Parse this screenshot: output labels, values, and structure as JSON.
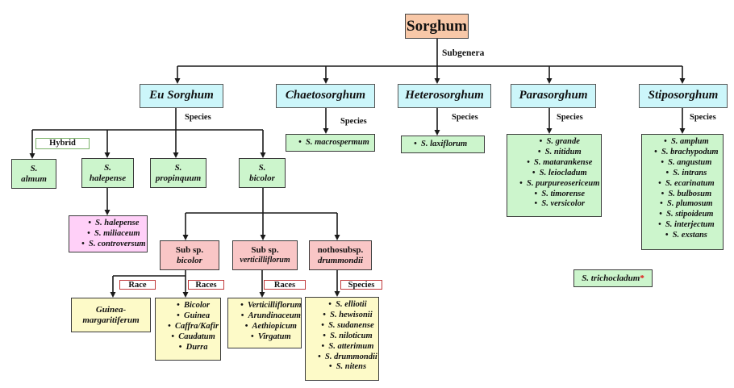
{
  "root": {
    "label": "Sorghum",
    "edge_label": "Subgenera"
  },
  "subgenera": [
    {
      "name": "Eu Sorghum",
      "edge_label": "Species"
    },
    {
      "name": "Chaetosorghum",
      "edge_label": "Species",
      "species": [
        "S. macrospermum"
      ]
    },
    {
      "name": "Heterosorghum",
      "edge_label": "Species",
      "species": [
        "S. laxiflorum"
      ]
    },
    {
      "name": "Parasorghum",
      "edge_label": "Species",
      "species": [
        "S. grande",
        "S. nitidum",
        "S. matarankense",
        "S. leiocladum",
        "S. purpureosericeum",
        "S. timorense",
        "S. versicolor"
      ]
    },
    {
      "name": "Stiposorghum",
      "edge_label": "Species",
      "species": [
        "S. amplum",
        "S. brachypodum",
        "S. angustum",
        "S. intrans",
        "S. ecarinatum",
        "S. bulbosum",
        "S. plumosum",
        "S. stipoideum",
        "S. interjectum",
        "S. exstans"
      ]
    }
  ],
  "eu_sorghum": {
    "hybrid_tag": "Hybrid",
    "species": [
      {
        "line1": "S.",
        "line2": "almum"
      },
      {
        "line1": "S.",
        "line2": "halepense"
      },
      {
        "line1": "S.",
        "line2": "propinquum"
      },
      {
        "line1": "S.",
        "line2": "bicolor"
      }
    ],
    "halepense_group": [
      "S. halepense",
      "S. miliaceum",
      "S. controversum"
    ]
  },
  "bicolor": {
    "subspecies": [
      {
        "line1": "Sub sp.",
        "line2": "bicolor"
      },
      {
        "line1": "Sub sp.",
        "line2": "verticilliflorum"
      },
      {
        "line1": "nothosubsp.",
        "line2": "drummondii"
      }
    ],
    "tags": {
      "race": "Race",
      "races_bicolor": "Races",
      "races_vert": "Races",
      "species": "Species"
    },
    "guinea_margaritiferum": {
      "line1": "Guinea-",
      "line2": "margaritiferum"
    },
    "bicolor_races": [
      "Bicolor",
      "Guinea",
      "Caffra/Kafir",
      "Caudatum",
      "Durra"
    ],
    "verticilliflorum_races": [
      "Verticilliflorum",
      "Arundinaceum",
      "Aethiopicum",
      "Virgatum"
    ],
    "drummondii_species": [
      "S. elliotii",
      "S. hewisonii",
      "S. sudanense",
      "S. niloticum",
      "S. atterimum",
      "S. drummondii",
      "S. nitens"
    ]
  },
  "unplaced": {
    "name": "S. trichocladum",
    "mark": "*"
  }
}
